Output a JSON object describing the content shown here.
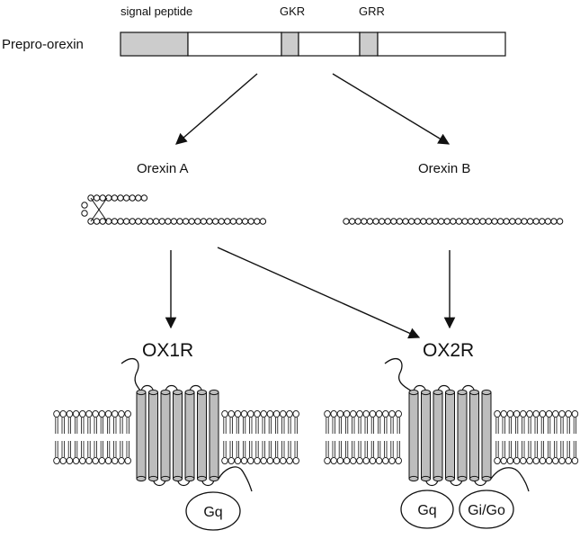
{
  "precursor": {
    "name": "Prepro-orexin",
    "regions": [
      {
        "label": "signal peptide",
        "shaded": true
      },
      {
        "label": "",
        "shaded": false
      },
      {
        "label": "GKR",
        "shaded": true
      },
      {
        "label": "",
        "shaded": false
      },
      {
        "label": "GRR",
        "shaded": true
      },
      {
        "label": "",
        "shaded": false
      }
    ],
    "shade_color": "#cccccc"
  },
  "peptides": {
    "a": "Orexin A",
    "b": "Orexin B"
  },
  "receptors": {
    "r1": {
      "name": "OX1R",
      "g_proteins": [
        "Gq"
      ]
    },
    "r2": {
      "name": "OX2R",
      "g_proteins": [
        "Gq",
        "Gi/Go"
      ]
    }
  },
  "colors": {
    "helix": "#bdbdbd",
    "line": "#111111"
  }
}
